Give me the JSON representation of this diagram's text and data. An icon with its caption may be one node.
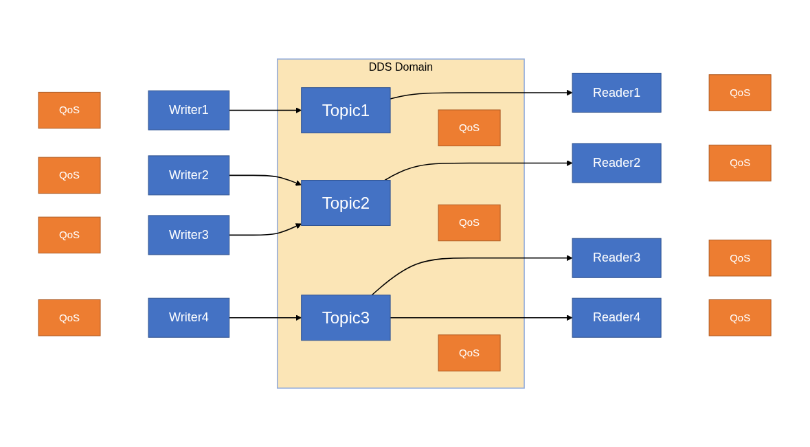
{
  "diagram": {
    "nodes": [
      {
        "text": [
          "Writer1"
        ]
      },
      {
        "text": [
          "QoS"
        ]
      },
      {
        "text": [
          "Writer2"
        ]
      },
      {
        "text": [
          "QoS"
        ]
      },
      {
        "text": [
          "Writer3"
        ]
      },
      {
        "text": [
          "QoS"
        ]
      },
      {
        "text": [
          "Writer4"
        ]
      },
      {
        "text": [
          "QoS"
        ]
      },
      {
        "text": [
          "DDS Domain"
        ]
      },
      {
        "text": [
          "QoS"
        ],
        "in": 8
      },
      {
        "text": [
          "Topic1"
        ],
        "in": 8
      },
      {
        "text": [
          "QoS"
        ],
        "in": 8
      },
      {
        "text": [
          "Topic2"
        ],
        "in": 8
      },
      {
        "text": [
          "QoS"
        ],
        "in": 8
      },
      {
        "text": [
          "Topic3"
        ],
        "in": 8
      },
      {
        "text": [
          "Reader1"
        ]
      },
      {
        "text": [
          "QoS"
        ]
      },
      {
        "text": [
          "Reader2"
        ]
      },
      {
        "text": [
          "QoS"
        ]
      },
      {
        "text": [
          "Reader3"
        ]
      },
      {
        "text": [
          "QoS"
        ]
      },
      {
        "text": [
          "Reader4"
        ]
      },
      {
        "text": [
          "QoS"
        ]
      }
    ],
    "edges": [
      {
        "from": 0,
        "to": 10,
        "arrow": "to"
      },
      {
        "from": 2,
        "to": 12,
        "arrow": "to"
      },
      {
        "from": 4,
        "to": 12,
        "arrow": "to"
      },
      {
        "from": 6,
        "to": 14,
        "arrow": "to"
      },
      {
        "from": 10,
        "to": 15,
        "arrow": "to"
      },
      {
        "from": 12,
        "to": 17,
        "arrow": "to"
      },
      {
        "from": 14,
        "to": 19,
        "arrow": "to"
      },
      {
        "from": 14,
        "to": 21,
        "arrow": "to"
      }
    ]
  }
}
